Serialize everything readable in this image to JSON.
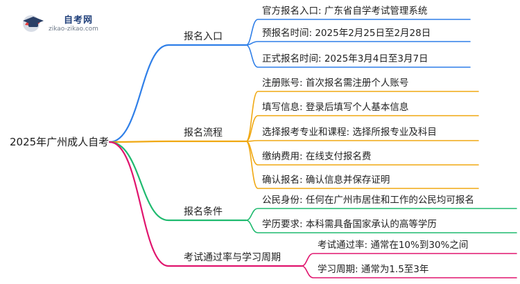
{
  "logo": {
    "name": "自考网",
    "url": "zikao-zikao.com"
  },
  "root": {
    "label": "2025年广州成人自考"
  },
  "branches": [
    {
      "label": "报名入口",
      "color": "#2f7fe8",
      "leaves": [
        "官方报名入口: 广东省自学考试管理系统",
        "预报名时间: 2025年2月25日至2月28日",
        "正式报名时间: 2025年3月4日至3月7日"
      ]
    },
    {
      "label": "报名流程",
      "color": "#f0a812",
      "leaves": [
        "注册账号: 首次报名需注册个人账号",
        "填写信息: 登录后填写个人基本信息",
        "选择报考专业和课程: 选择所报专业及科目",
        "缴纳费用: 在线支付报名费",
        "确认报名: 确认信息并保存证明"
      ]
    },
    {
      "label": "报名条件",
      "color": "#1fba6f",
      "leaves": [
        "公民身份: 任何在广州市居住和工作的公民均可报名",
        "学历要求: 本科需具备国家承认的高等学历"
      ]
    },
    {
      "label": "考试通过率与学习周期",
      "color": "#e0156e",
      "leaves": [
        "考试通过率: 通常在10%到30%之间",
        "学习周期: 通常为1.5至3年"
      ]
    }
  ]
}
